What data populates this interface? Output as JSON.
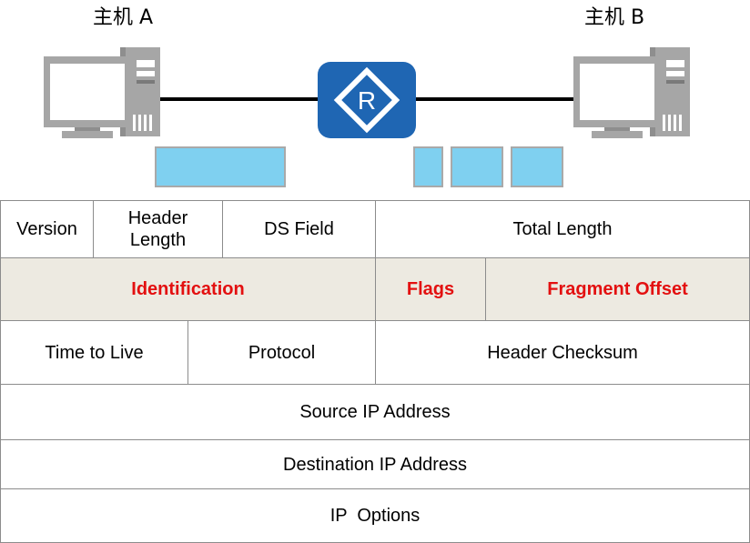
{
  "hosts": {
    "a_label": "主机 A",
    "b_label": "主机 B"
  },
  "router": {
    "label": "R"
  },
  "colors": {
    "router_fill": "#1f66b3",
    "packet_fill": "#7fd0f0",
    "highlight_bg": "#edeae1",
    "highlight_text": "#e31010"
  },
  "ip_header": {
    "version": "Version",
    "header_length": "Header\nLength",
    "ds_field": "DS Field",
    "total_length": "Total Length",
    "identification": "Identification",
    "flags": "Flags",
    "fragment_offset": "Fragment Offset",
    "ttl": "Time to Live",
    "protocol": "Protocol",
    "header_checksum": "Header Checksum",
    "source_ip": "Source IP Address",
    "destination_ip": "Destination IP Address",
    "ip_options": "IP  Options"
  }
}
